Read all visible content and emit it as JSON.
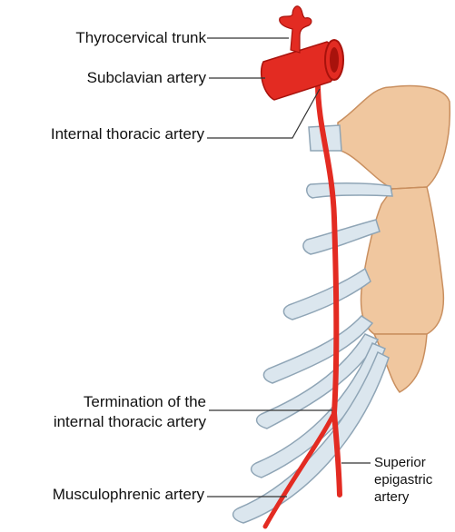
{
  "labels": {
    "thyrocervical_trunk": "Thyrocervical trunk",
    "subclavian_artery": "Subclavian artery",
    "internal_thoracic_artery": "Internal thoracic artery",
    "termination_line1": "Termination of the",
    "termination_line2": "internal thoracic artery",
    "musculophrenic_artery": "Musculophrenic artery",
    "superior_epigastric_line1": "Superior",
    "superior_epigastric_line2": "epigastric",
    "superior_epigastric_line3": "artery"
  },
  "colors": {
    "artery": "#e32b22",
    "artery_dark": "#a8120c",
    "sternum": "#f0c79f",
    "sternum_edge": "#c98f5f",
    "cartilage": "#dbe6ee",
    "cartilage_edge": "#8fa5b6",
    "leader": "#333333"
  }
}
